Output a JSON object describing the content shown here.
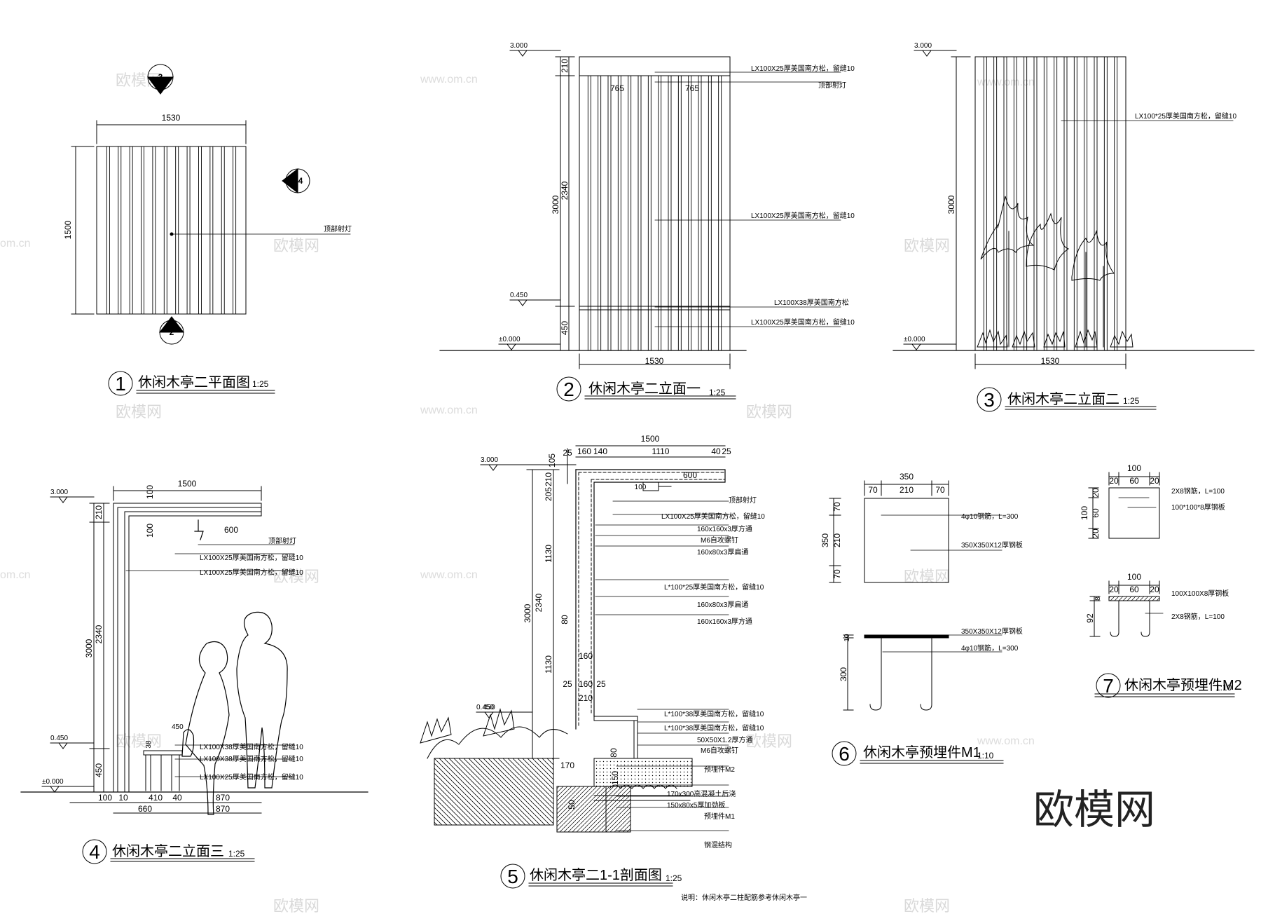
{
  "watermark": {
    "name": "欧模网",
    "url": "www.om.cn",
    "url_short": "om.cn",
    "logo": "欧模网"
  },
  "note": "说明：休闲木亭二柱配筋参考休闲木亭一",
  "d1": {
    "num": "1",
    "title": "休闲木亭二平面图",
    "scale": "1:25",
    "width": "1530",
    "height": "1500",
    "sec3": "3",
    "sec4": "4",
    "sec2": "2",
    "label": "顶部射灯"
  },
  "d2": {
    "num": "2",
    "title": "休闲木亭二立面一",
    "scale": "1:25",
    "lev3000": "3.000",
    "lev450": "0.450",
    "lev0": "±0.000",
    "dim210": "210",
    "dim2340": "2340",
    "dim3000": "3000",
    "dim450": "450",
    "dim765a": "765",
    "dim765b": "765",
    "width": "1530",
    "labels": [
      "LX100X25厚美国南方松，留缝10",
      "顶部射灯",
      "LX100X25厚美国南方松，留缝10",
      "LX100X38厚美国南方松",
      "LX100X25厚美国南方松，留缝10"
    ]
  },
  "d3": {
    "num": "3",
    "title": "休闲木亭二立面二",
    "scale": "1:25",
    "lev3000": "3.000",
    "lev0": "±0.000",
    "dim3000": "3000",
    "width": "1530",
    "label": "LX100*25厚美国南方松，留缝10"
  },
  "d4": {
    "num": "4",
    "title": "休闲木亭二立面三",
    "scale": "1:25",
    "lev3000": "3.000",
    "lev450": "0.450",
    "lev0": "±0.000",
    "top1500": "1500",
    "d100a": "100",
    "d100b": "100",
    "d600": "600",
    "v210": "210",
    "v2340": "2340",
    "v3000": "3000",
    "v450": "450",
    "s450": "450",
    "s38": "38",
    "b100": "100",
    "b10a": "10",
    "b410": "410",
    "b40": "40",
    "b870a": "870",
    "b660": "660",
    "b870b": "870",
    "labels": [
      "顶部射灯",
      "LX100X25厚美国南方松，留缝10",
      "LX100X25厚美国南方松，留缝10",
      "LX100X38厚美国南方松，留缝10",
      "LX100X38厚美国南方松，留缝10",
      "LX100X25厚美国南方松，留缝10"
    ]
  },
  "d5": {
    "num": "5",
    "title": "休闲木亭二1-1剖面图",
    "scale": "1:25",
    "lev3000": "3.000",
    "lev450": "0.450",
    "top1500": "1500",
    "t160": "160",
    "t140": "140",
    "t1110": "1110",
    "t40": "40",
    "t25": "25",
    "l105": "105",
    "l25": "25",
    "d600": "600",
    "d100": "100",
    "v210": "210",
    "v205": "205",
    "v1130a": "1130",
    "v3000": "3000",
    "v2340": "2340",
    "v80": "80",
    "v1130b": "1130",
    "i160": "160",
    "i25a": "25",
    "i160b": "160",
    "i25b": "25",
    "i210": "210",
    "f80": "80",
    "f170": "170",
    "f150": "150",
    "f50": "50",
    "f450": "450",
    "labels": [
      "顶部射灯",
      "LX100X25厚美国南方松，留缝10",
      "160x160x3厚方通",
      "M6自攻螺钉",
      "160x80x3厚扁通",
      "L*100*25厚美国南方松，留缝10",
      "160x80x3厚扁通",
      "160x160x3厚方通",
      "L*100*38厚美国南方松，留缝10",
      "L*100*38厚美国南方松，留缝10",
      "50X50X1.2厚方通",
      "M6自攻螺钉",
      "预埋件M2",
      "170x300高混凝土后浇",
      "150x80x5厚加劲板",
      "预埋件M1",
      "钢混结构"
    ]
  },
  "d6": {
    "num": "6",
    "title": "休闲木亭预埋件M1",
    "scale": "1:10",
    "w350": "350",
    "w70a": "70",
    "w210": "210",
    "w70b": "70",
    "h350": "350",
    "h70a": "70",
    "h210": "210",
    "h70b": "70",
    "h10": "10",
    "h300": "300",
    "labels": [
      "4φ10钢筋，L=300",
      "350X350X12厚钢板",
      "350X350X12厚钢板",
      "4φ10钢筋，L=300"
    ]
  },
  "d7": {
    "num": "7",
    "title": "休闲木亭预埋件M2",
    "scale": "1:10",
    "w100a": "100",
    "w20a": "20",
    "w60a": "60",
    "w20b": "20",
    "h100": "100",
    "h20a": "20",
    "h60": "60",
    "h20b": "20",
    "w100b": "100",
    "w20c": "20",
    "w60b": "60",
    "w20d": "20",
    "h8": "8",
    "h92": "92",
    "labels": [
      "2X8钢筋，L=100",
      "100*100*8厚钢板",
      "100X100X8厚钢板",
      "2X8钢筋，L=100"
    ]
  }
}
